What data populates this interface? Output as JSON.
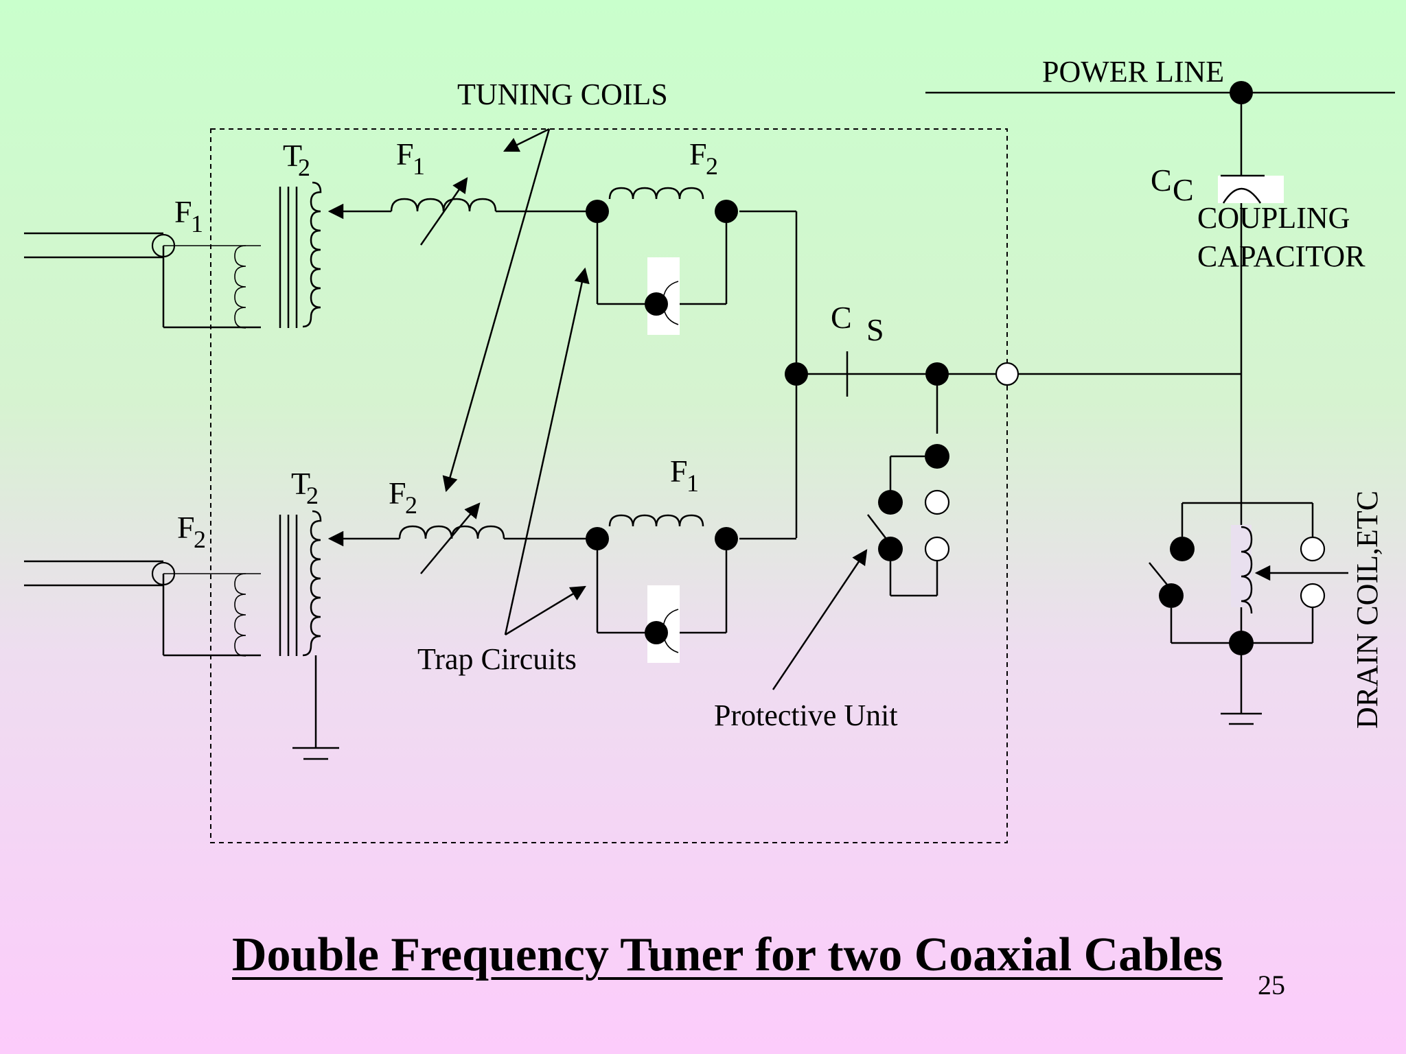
{
  "title": "Double Frequency Tuner for two Coaxial Cables",
  "page_number": "25",
  "labels": {
    "tuning_coils": "TUNING COILS",
    "power_line": "POWER LINE",
    "coupling_capacitor_line1": "COUPLING",
    "coupling_capacitor_line2": "CAPACITOR",
    "trap_circuits": "Trap Circuits",
    "protective_unit": "Protective Unit",
    "drain_coil": "DRAIN COIL,ETC"
  },
  "symbols": {
    "T": "T",
    "F": "F",
    "C": "C",
    "S": "S",
    "one": "1",
    "two": "2"
  }
}
